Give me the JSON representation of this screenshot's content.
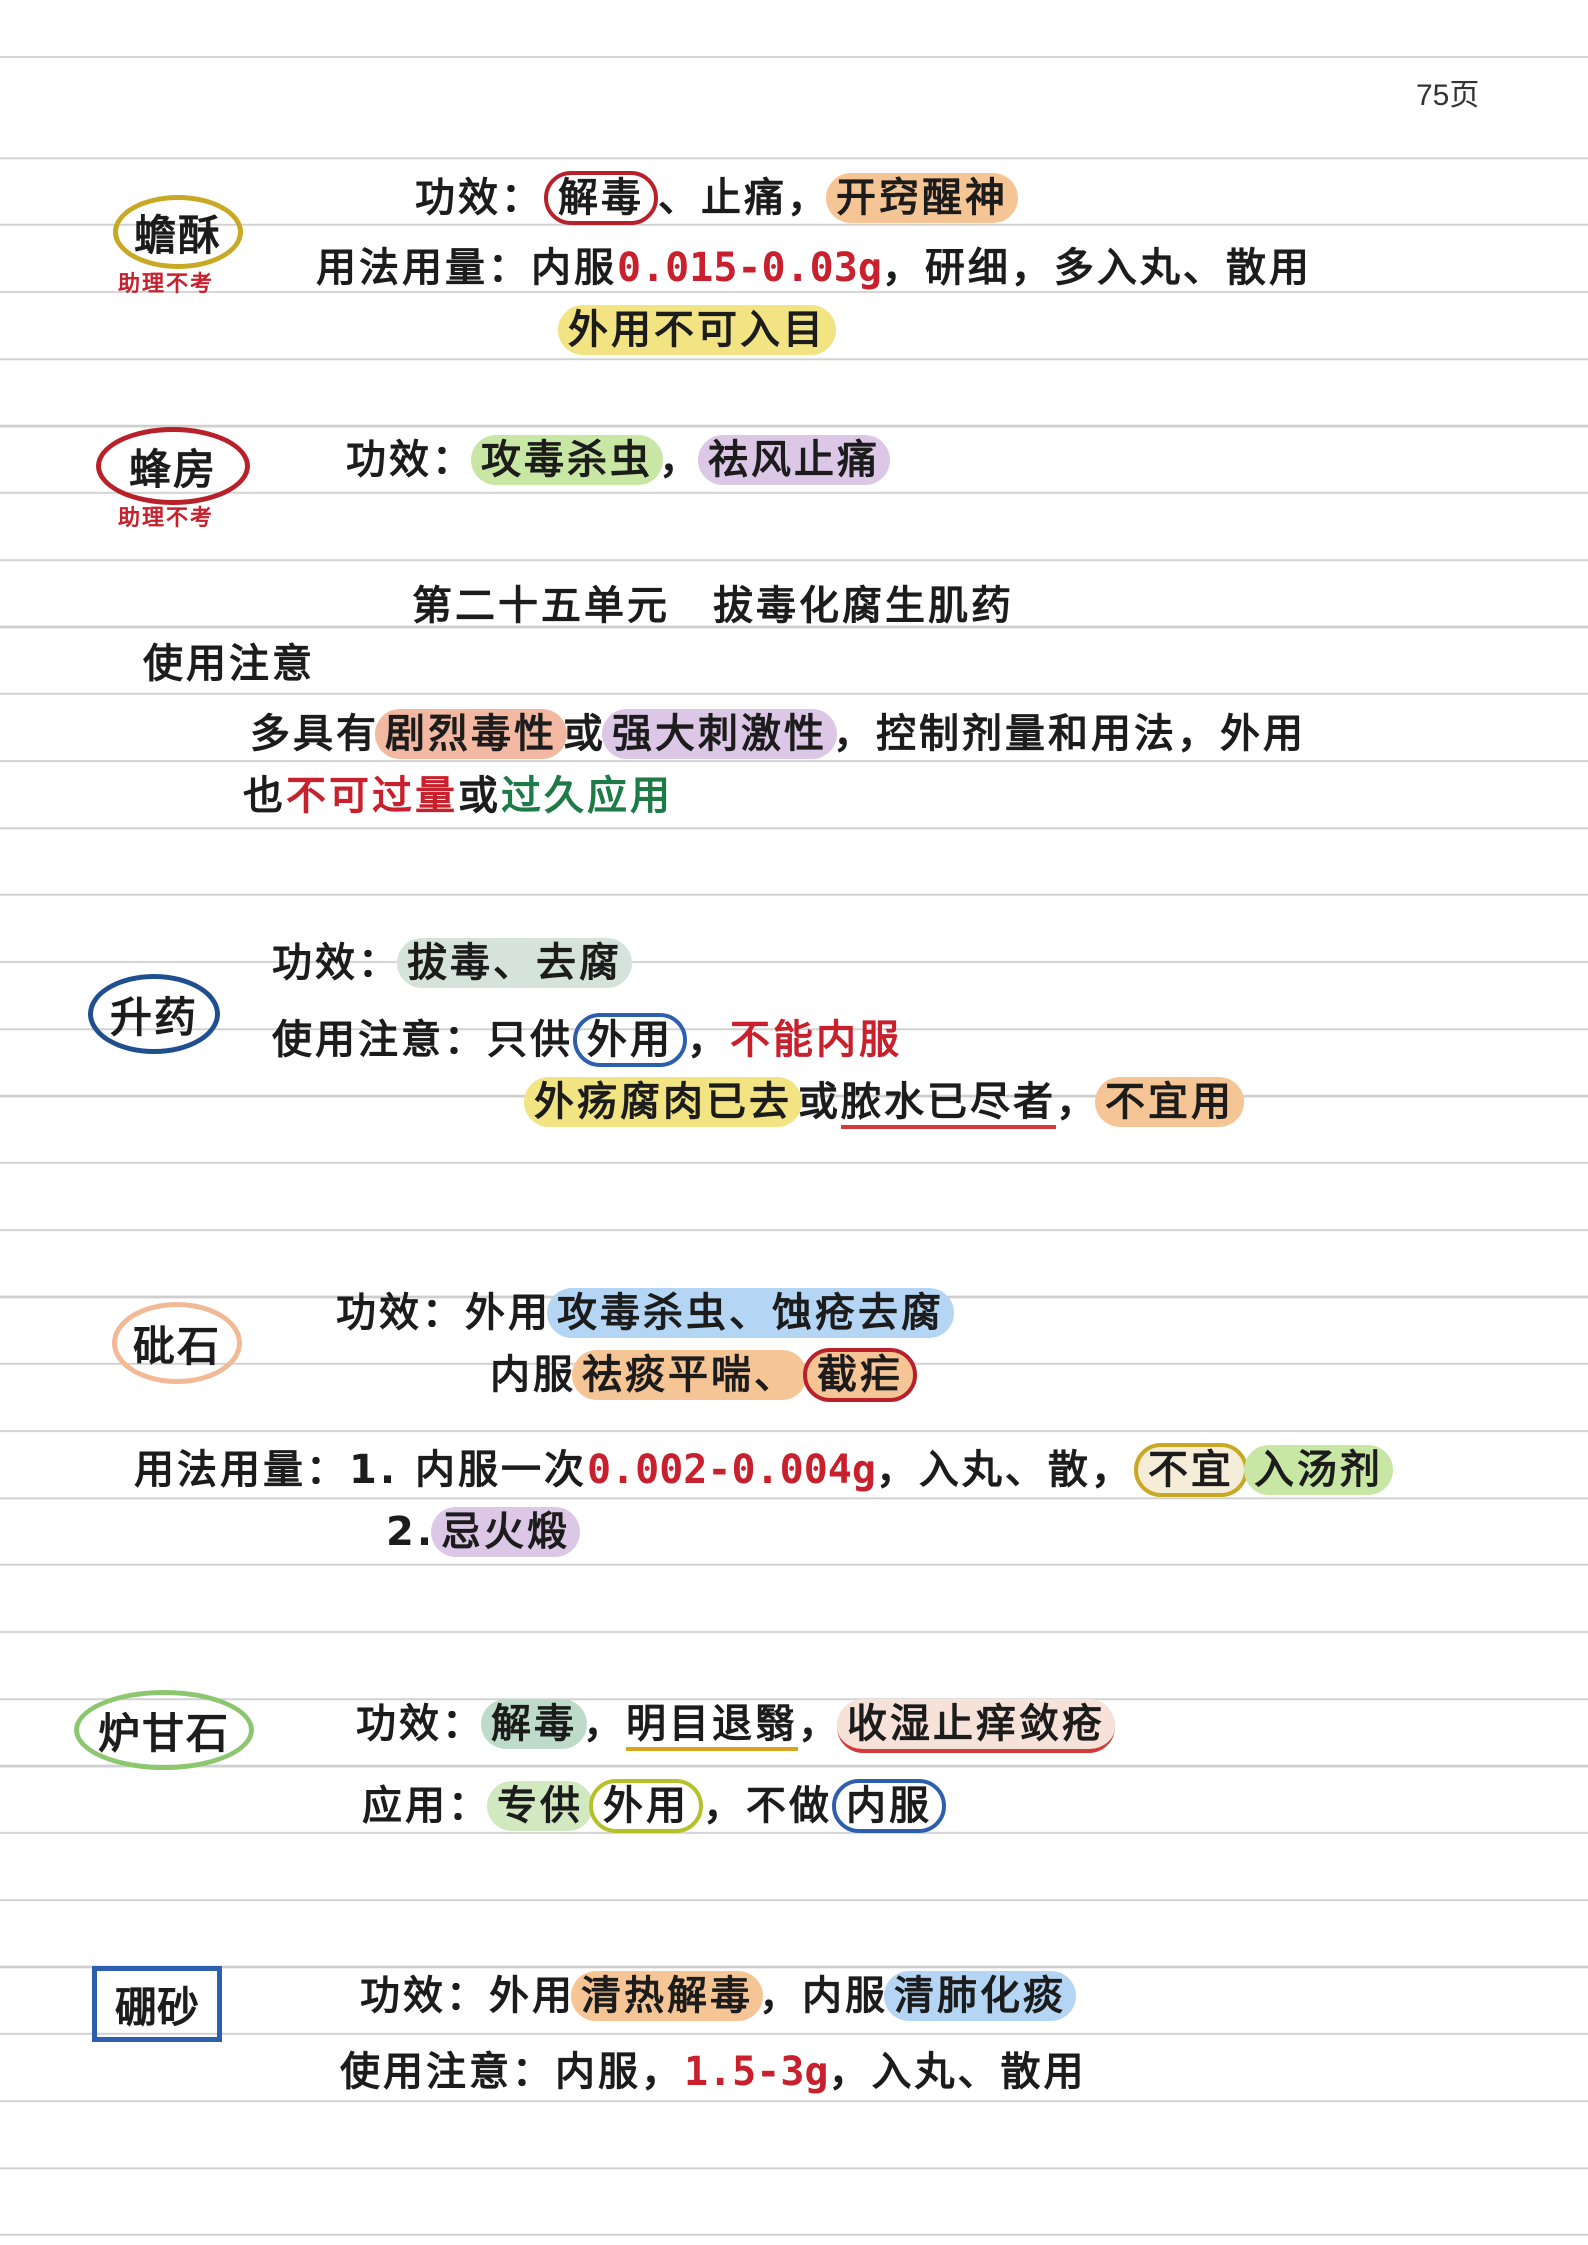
{
  "page_number": "75页",
  "chanSu": {
    "name": "蟾酥",
    "note": "助理不考",
    "gx_label": "功效：",
    "gx1": "解毒",
    "sep1": "、止痛，",
    "gx2": "开窍醒神",
    "yf_label": "用法用量：内服",
    "yf_dose": "0.015-0.03g",
    "yf_rest": "，研细，多入丸、散用",
    "caution": "外用不可入目"
  },
  "fengFang": {
    "name": "蜂房",
    "note": "助理不考",
    "gx_label": "功效：",
    "gx1": "攻毒杀虫",
    "sep": "，",
    "gx2": "祛风止痛"
  },
  "unit": {
    "title": "第二十五单元　拔毒化腐生肌药",
    "section": "使用注意",
    "line1_a": "多具有",
    "line1_b": "剧烈毒性",
    "line1_c": "或",
    "line1_d": "强大刺激性",
    "line1_e": "，控制剂量和用法，外用",
    "line2_a": "也",
    "line2_b": "不可过量",
    "line2_c": "或",
    "line2_d": "过久应用"
  },
  "shengYao": {
    "name": "升药",
    "gx_label": "功效：",
    "gx": "拔毒、去腐",
    "zy_label": "使用注意：只供",
    "zy_w": "外用",
    "zy_sep": "，",
    "zy_no": "不能内服",
    "l3_a": "外疡腐肉已去",
    "l3_b": "或",
    "l3_c": "脓水已尽者",
    "l3_d": "，",
    "l3_e": "不宜用"
  },
  "piShi": {
    "name": "砒石",
    "gx_label": "功效：外用",
    "gx1": "攻毒杀虫、蚀疮去腐",
    "l2_a": "内服",
    "l2_b": "祛痰平喘、",
    "l2_c": "截疟",
    "yf_label": "用法用量：1. 内服一次",
    "yf_dose": "0.002-0.004g",
    "yf_rest": "，入丸、散，",
    "yf_c": "不宜",
    "yf_d": "入汤剂",
    "yf2_a": "2.",
    "yf2_b": "忌火煅"
  },
  "luGanShi": {
    "name": "炉甘石",
    "gx_label": "功效：",
    "gx1": "解毒",
    "sep1": "，",
    "gx2": "明目退翳",
    "sep2": "，",
    "gx3": "收湿止痒敛疮",
    "yy_label": "应用：",
    "yy_a": "专供",
    "yy_b": "外用",
    "yy_c": "，不做",
    "yy_d": "内服"
  },
  "pengSha": {
    "name": "硼砂",
    "gx_label": "功效：外用",
    "gx1": "清热解毒",
    "gx_mid": "，内服",
    "gx2": "清肺化痰",
    "zy_label": "使用注意：内服，",
    "zy_dose": "1.5-3g",
    "zy_rest": "，入丸、散用"
  },
  "colors": {
    "red_ink": "#c8202c",
    "green_ink": "#1e7a46",
    "highlight_orange": "#f6c596",
    "highlight_yellow": "#f2e383",
    "highlight_green": "#d2e8c1",
    "highlight_purple": "#dcc7e6",
    "highlight_blue": "#b4d6f4",
    "box_blue": "#2d5fae"
  }
}
